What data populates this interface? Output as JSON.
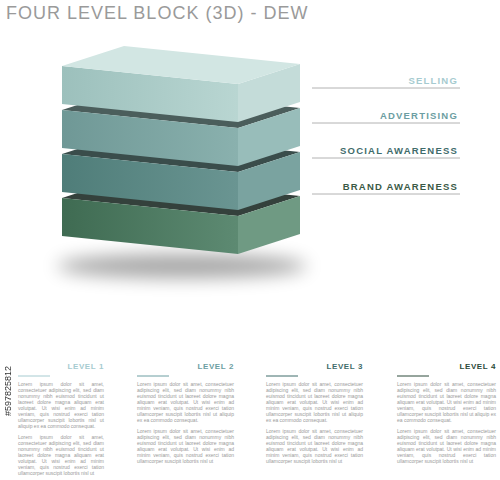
{
  "diagram": {
    "title": "FOUR LEVEL BLOCK (3D) - DEW",
    "labels": [
      "SELLING",
      "ADVERTISING",
      "SOCIAL AWARENESS",
      "BRAND AWARENESS",
      "LEVEL 1",
      "Lorem ipsum dolor sit amet, consectetuer adipiscing elit, sed diam nonummy nibh euismod tincidunt ut laoreet dolore magna aliquam erat volutpat. Ut wisi enim ad minim veniam, quis nostrud exerci tation ullamcorper suscipit lobortis nisl ut aliquip ex ea commodo consequat.",
      "Lorem ipsum dolor sit amet, consectetuer adipiscing elit, sed diam nonummy nibh euismod tincidunt ut laoreet dolore magna aliquam erat volutpat. Ut wisi enim ad minim veniam, quis nostrud exerci tation ullamcorper suscipit lobortis nisl ut",
      "LEVEL 2",
      "Lorem ipsum dolor sit amet, consectetuer adipiscing elit, sed diam nonummy nibh euismod tincidunt ut laoreet dolore magna aliquam erat volutpat. Ut wisi enim ad minim veniam, quis nostrud exerci tation ullamcorper suscipit lobortis nisl ut aliquip ex ea commodo consequat.",
      "Lorem ipsum dolor sit amet, consectetuer adipiscing elit, sed diam nonummy nibh euismod tincidunt ut laoreet dolore magna aliquam erat volutpat. Ut wisi enim ad minim veniam, quis nostrud exerci tation ullamcorper suscipit lobortis nisl ut",
      "LEVEL 3",
      "Lorem ipsum dolor sit amet, consectetuer adipiscing elit, sed diam nonummy nibh euismod tincidunt ut laoreet dolore magna aliquam erat volutpat. Ut wisi enim ad minim veniam, quis nostrud exerci tation ullamcorper suscipit lobortis nisl ut aliquip ex ea commodo consequat.",
      "Lorem ipsum dolor sit amet, consectetuer adipiscing elit, sed diam nonummy nibh euismod tincidunt ut laoreet dolore magna aliquam erat volutpat. Ut wisi enim ad minim veniam, quis nostrud exerci tation ullamcorper suscipit lobortis nisl ut",
      "LEVEL 4",
      "Lorem ipsum dolor sit amet, consectetuer adipiscing elit, sed diam nonummy nibh euismod tincidunt ut laoreet dolore magna aliquam erat volutpat. Ut wisi enim ad minim veniam, quis nostrud exerci tation ullamcorper suscipit lobortis nisl ut aliquip ex ea commodo consequat.",
      "Lorem ipsum dolor sit amet, consectetuer adipiscing elit, sed diam nonummy nibh euismod tincidunt ut laoreet dolore magna aliquam erat volutpat. Ut wisi enim ad minim veniam, quis nostrud exerci tation ullamcorper suscipit lobortis nisl ut",
      "#597825812"
    ]
  }
}
